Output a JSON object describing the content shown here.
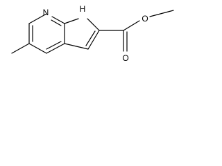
{
  "molecule": {
    "labels": {
      "ring_nitrogen": "N",
      "pyrrole_nh": "H",
      "carbonyl_oxygen": "O",
      "ester_oxygen": "O"
    }
  },
  "colors": {
    "bond": "#000000",
    "label": "#000000",
    "background": "#ffffff"
  }
}
